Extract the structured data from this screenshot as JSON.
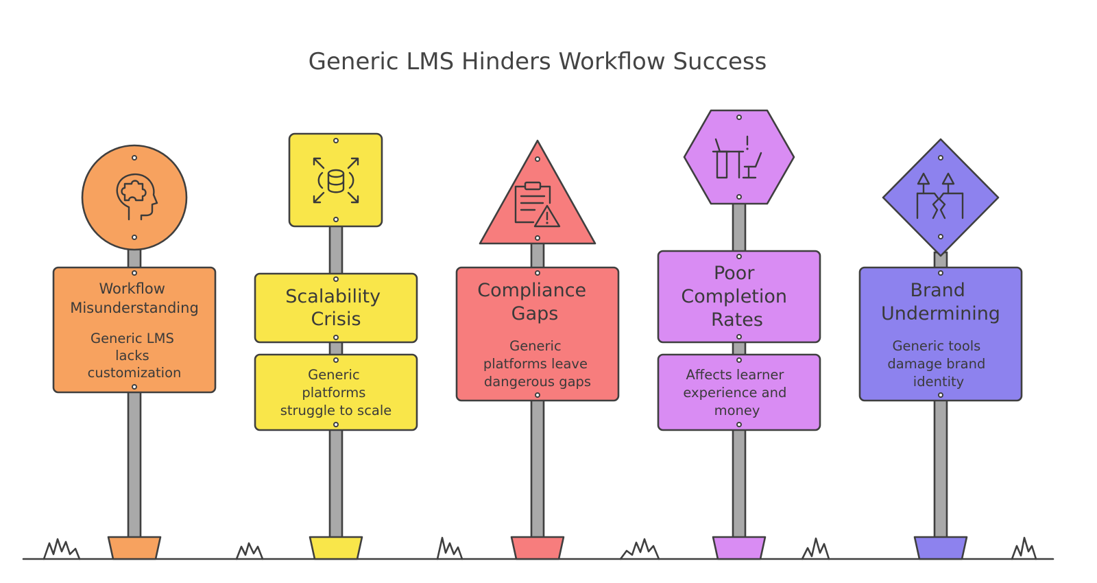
{
  "title": "Generic LMS Hinders Workflow Success",
  "colors": {
    "orange": "#f7a25f",
    "yellow": "#f9e64a",
    "red": "#f77d7d",
    "purple": "#d98cf3",
    "violet": "#8d82ee",
    "outline": "#3f3f3f",
    "pole": "#a9a9a9"
  },
  "signs": [
    {
      "heading_lines": [
        "Workflow",
        "Misunderstanding"
      ],
      "description_lines": [
        "Generic LMS",
        "lacks",
        "customization"
      ],
      "icon": "head-puzzle-icon",
      "shape": "circle",
      "color": "#f7a25f"
    },
    {
      "heading_lines": [
        "Scalability",
        "Crisis"
      ],
      "description_lines": [
        "Generic",
        "platforms",
        "struggle to scale"
      ],
      "icon": "database-expand-icon",
      "shape": "square",
      "color": "#f9e64a"
    },
    {
      "heading_lines": [
        "Compliance",
        "Gaps"
      ],
      "description_lines": [
        "Generic",
        "platforms leave",
        "dangerous gaps"
      ],
      "icon": "clipboard-warning-icon",
      "shape": "triangle",
      "color": "#f77d7d"
    },
    {
      "heading_lines": [
        "Poor",
        "Completion",
        "Rates"
      ],
      "description_lines": [
        "Affects learner",
        "experience and",
        "money"
      ],
      "icon": "empty-desk-icon",
      "shape": "hexagon",
      "color": "#d98cf3"
    },
    {
      "heading_lines": [
        "Brand",
        "Undermining"
      ],
      "description_lines": [
        "Generic tools",
        "damage brand",
        "identity"
      ],
      "icon": "broken-trees-icon",
      "shape": "diamond",
      "color": "#8d82ee"
    }
  ]
}
